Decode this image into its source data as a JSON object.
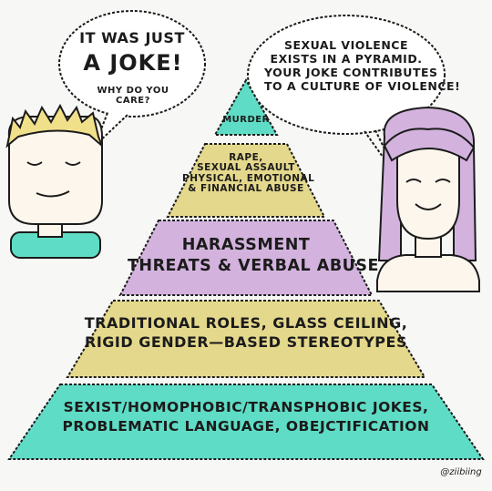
{
  "speech_left": {
    "line1": "IT WAS JUST",
    "line2": "A JOKE!",
    "line3": "WHY DO YOU CARE?"
  },
  "speech_right": {
    "lines": [
      "SEXUAL VIOLENCE",
      "EXISTS IN A PYRAMID.",
      "YOUR JOKE CONTRIBUTES",
      "TO A CULTURE OF VIOLENCE!"
    ]
  },
  "pyramid": {
    "tiers": [
      {
        "lines": [
          "MURDER"
        ],
        "color": "#5fdcc5"
      },
      {
        "lines": [
          "RAPE,",
          "SEXUAL ASSAULT",
          "PHYSICAL, EMOTIONAL",
          "& FINANCIAL ABUSE"
        ],
        "color": "#e4d88c"
      },
      {
        "lines": [
          "HARASSMENT",
          "THREATS & VERBAL ABUSE"
        ],
        "color": "#d3b3de"
      },
      {
        "lines": [
          "TRADITIONAL ROLES, GLASS CEILING,",
          "RIGID GENDER—BASED STEREOTYPES"
        ],
        "color": "#e4d88c"
      },
      {
        "lines": [
          "SEXIST/HOMOPHOBIC/TRANSPHOBIC JOKES,",
          "PROBLEMATIC LANGUAGE, OBEJCTIFICATION"
        ],
        "color": "#5fdcc5"
      }
    ]
  },
  "signature": "@ziibiing",
  "colors": {
    "teal": "#5fdcc5",
    "yellow": "#e4d88c",
    "lilac": "#d3b3de",
    "ink": "#1b1b1b",
    "skin": "#fdf6ec",
    "man_hair": "#f1e08a",
    "woman_hair": "#d3b3de"
  }
}
